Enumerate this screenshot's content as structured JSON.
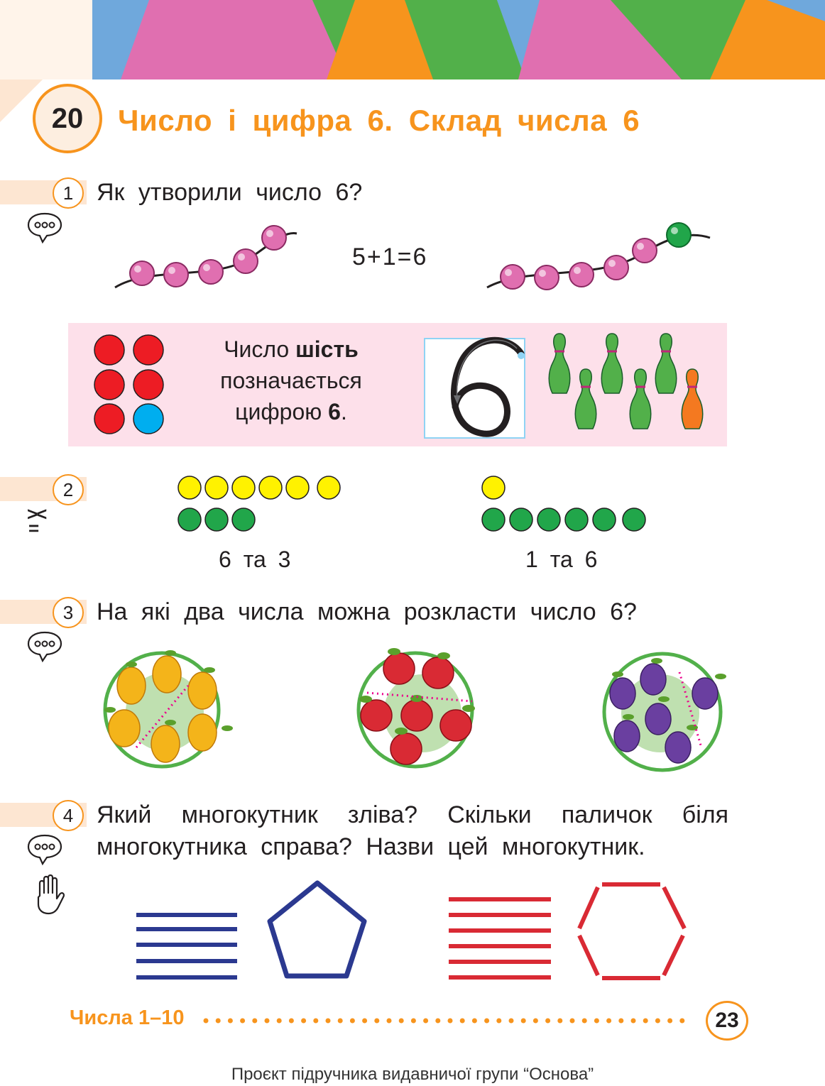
{
  "lesson": {
    "number": "20",
    "title": "Число і цифра 6. Склад числа 6"
  },
  "tasks": [
    {
      "number": "1",
      "text": "Як утворили число 6?",
      "icon": "speech-bubble-icon",
      "equation": "5+1=6"
    },
    {
      "number": "2",
      "icon": "compare-signs-icon",
      "left_pair": "6 та 3",
      "right_pair": "1 та 6"
    },
    {
      "number": "3",
      "text": "На які два числа можна розкласти число 6?",
      "icon": "speech-bubble-icon"
    },
    {
      "number": "4",
      "line1": "Який многокутник зліва? Скільки паличок біля",
      "line2": "многокутника справа? Назви цей многокутник.",
      "icon": "speech-bubble-icon",
      "icon2": "hand-icon"
    }
  ],
  "info_box": {
    "prefix": "Число",
    "bold_word": "шість",
    "line2": "позначається",
    "line3_prefix": "цифрою",
    "digit": "6",
    "line3_suffix": "."
  },
  "footer": {
    "section": "Числа 1–10",
    "page": "23"
  },
  "credit": "Проєкт підручника видавничої групи “Основа”",
  "colors": {
    "orange": "#f7941d",
    "pink": "#e06fb0",
    "green": "#21a64a",
    "blue": "#2b3990",
    "red": "#d92a34",
    "light_blue": "#00aeef",
    "yellow": "#fff200",
    "pink_box": "#fde0ea"
  }
}
